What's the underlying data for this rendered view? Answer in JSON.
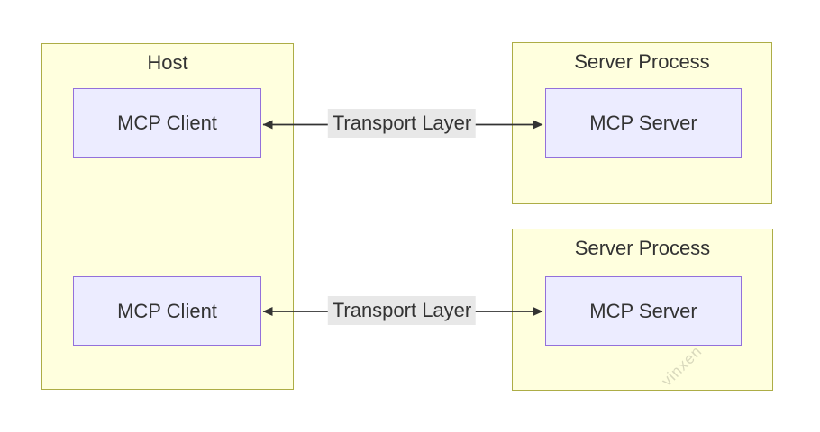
{
  "diagram": {
    "type": "architecture-flowchart",
    "clusters": {
      "host": {
        "title": "Host"
      },
      "server_process_1": {
        "title": "Server Process"
      },
      "server_process_2": {
        "title": "Server Process"
      }
    },
    "nodes": {
      "mcp_client_1": {
        "label": "MCP Client",
        "parent": "Host"
      },
      "mcp_client_2": {
        "label": "MCP Client",
        "parent": "Host"
      },
      "mcp_server_1": {
        "label": "MCP Server",
        "parent": "Server Process"
      },
      "mcp_server_2": {
        "label": "MCP Server",
        "parent": "Server Process"
      }
    },
    "edges": {
      "transport_1": {
        "label": "Transport Layer",
        "from": "MCP Client",
        "to": "MCP Server",
        "direction": "bidirectional"
      },
      "transport_2": {
        "label": "Transport Layer",
        "from": "MCP Client",
        "to": "MCP Server",
        "direction": "bidirectional"
      }
    },
    "watermark": "vinxen",
    "colors": {
      "canvas_bg": "#ffffff",
      "cluster_fill": "#ffffde",
      "cluster_border": "#adad46",
      "node_fill": "#ececff",
      "node_border": "#9370db",
      "edge": "#333333",
      "edge_label_bg": "#e8e8e8",
      "text": "#333333"
    }
  }
}
